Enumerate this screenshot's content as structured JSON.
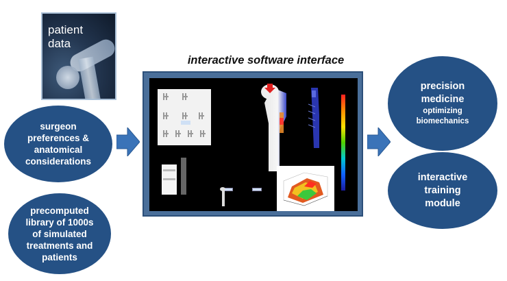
{
  "patient_data": {
    "label_line1": "patient",
    "label_line2": "data"
  },
  "title": "interactive software interface",
  "left_inputs": {
    "surgeon": {
      "line1": "surgeon",
      "line2": "preferences &",
      "line3": "anatomical",
      "line4": "considerations"
    },
    "library": {
      "line1": "precomputed",
      "line2": "library of 1000s",
      "line3": "of simulated",
      "line4": "treatments and",
      "line5": "patients"
    }
  },
  "right_outputs": {
    "precision": {
      "line1": "precision",
      "line2": "medicine",
      "line3": "optimizing",
      "line4": "biomechanics"
    },
    "training": {
      "line1": "interactive",
      "line2": "training",
      "line3": "module"
    }
  },
  "colors": {
    "ellipse_fill": "#255185",
    "arrow_fill": "#3a73b8",
    "panel_frame": "#4a6f9a"
  },
  "icons": [
    "arrow-right-icon",
    "femur-model-icon",
    "bone-plate-icon",
    "color-scale-icon",
    "surface-plot-icon"
  ]
}
